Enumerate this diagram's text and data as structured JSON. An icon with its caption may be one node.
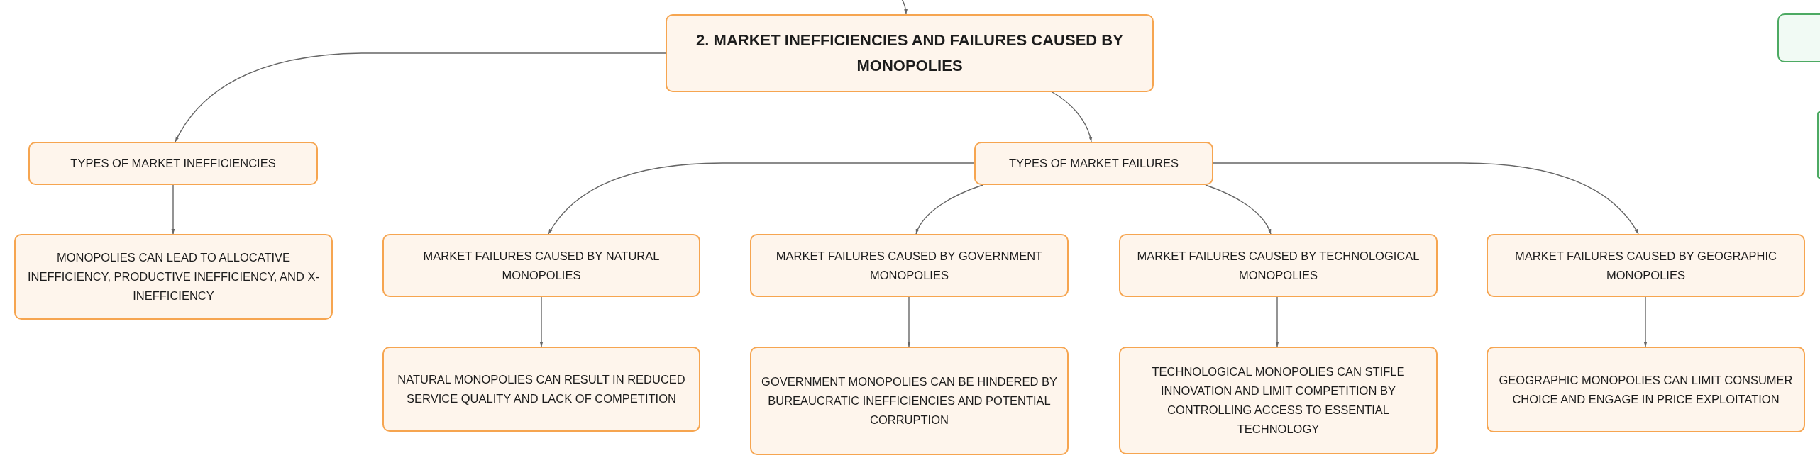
{
  "diagram": {
    "nodes": [
      {
        "text": [
          "2. MARKET INEFFICIENCIES AND FAILURES CAUSED BY MONOPOLIES"
        ]
      },
      {
        "text": [
          "TYPES OF MARKET INEFFICIENCIES"
        ]
      },
      {
        "text": [
          "TYPES OF MARKET FAILURES"
        ]
      },
      {
        "text": [
          "MONOPOLIES CAN LEAD TO ALLOCATIVE INEFFICIENCY, PRODUCTIVE INEFFICIENCY, AND X-INEFFICIENCY"
        ]
      },
      {
        "text": [
          "MARKET FAILURES CAUSED BY NATURAL MONOPOLIES"
        ]
      },
      {
        "text": [
          "MARKET FAILURES CAUSED BY GOVERNMENT MONOPOLIES"
        ]
      },
      {
        "text": [
          "MARKET FAILURES CAUSED BY TECHNOLOGICAL MONOPOLIES"
        ]
      },
      {
        "text": [
          "MARKET FAILURES CAUSED BY GEOGRAPHIC MONOPOLIES"
        ]
      },
      {
        "text": [
          "NATURAL MONOPOLIES CAN RESULT IN REDUCED SERVICE QUALITY AND LACK OF COMPETITION"
        ]
      },
      {
        "text": [
          "GOVERNMENT MONOPOLIES CAN BE HINDERED BY BUREAUCRATIC INEFFICIENCIES AND POTENTIAL CORRUPTION"
        ]
      },
      {
        "text": [
          "TECHNOLOGICAL MONOPOLIES CAN STIFLE INNOVATION AND LIMIT COMPETITION BY CONTROLLING ACCESS TO ESSENTIAL TECHNOLOGY"
        ]
      },
      {
        "text": [
          "GEOGRAPHIC MONOPOLIES CAN LIMIT CONSUMER CHOICE AND ENGAGE IN PRICE EXPLOITATION"
        ]
      },
      {
        "text": [],
        "shape": "box"
      },
      {
        "text": [],
        "shape": "box"
      }
    ],
    "edges": [
      {
        "from": null,
        "to": 0,
        "arrow": "to"
      },
      {
        "from": 0,
        "to": 1,
        "arrow": "to"
      },
      {
        "from": 0,
        "to": 2,
        "arrow": "to"
      },
      {
        "from": 1,
        "to": 3,
        "arrow": "to"
      },
      {
        "from": 2,
        "to": 4,
        "arrow": "to"
      },
      {
        "from": 2,
        "to": 5,
        "arrow": "to"
      },
      {
        "from": 2,
        "to": 6,
        "arrow": "to"
      },
      {
        "from": 2,
        "to": 7,
        "arrow": "to"
      },
      {
        "from": 4,
        "to": 8,
        "arrow": "to"
      },
      {
        "from": 5,
        "to": 9,
        "arrow": "to"
      },
      {
        "from": 6,
        "to": 10,
        "arrow": "to"
      },
      {
        "from": 7,
        "to": 11,
        "arrow": "to"
      }
    ]
  }
}
